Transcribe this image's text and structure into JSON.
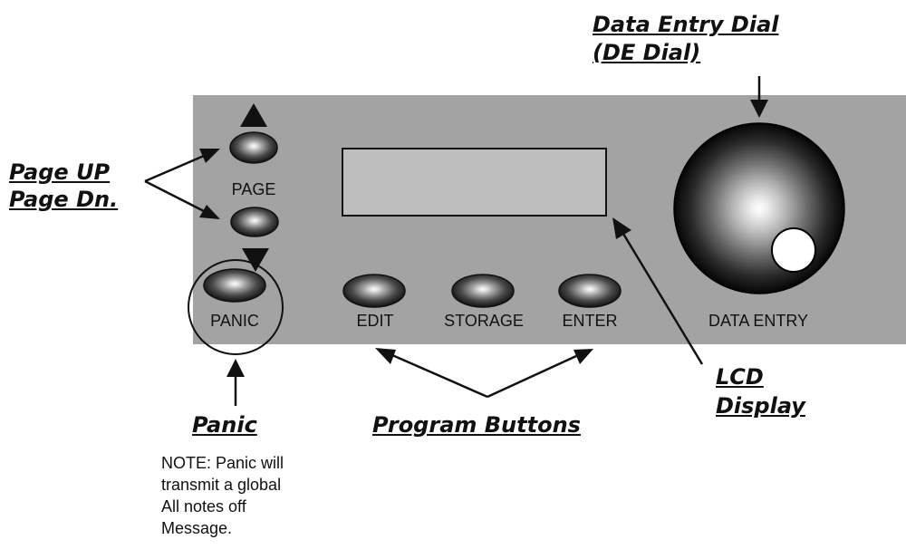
{
  "panel_labels": {
    "page": "PAGE",
    "panic": "PANIC",
    "edit": "EDIT",
    "storage": "STORAGE",
    "enter": "ENTER",
    "data_entry": "DATA ENTRY"
  },
  "callouts": {
    "data_entry_dial": [
      "Data Entry Dial",
      "(DE Dial)"
    ],
    "page_buttons": [
      "Page UP",
      "Page Dn."
    ],
    "lcd": [
      "LCD",
      "Display"
    ],
    "panic": "Panic",
    "program_buttons": "Program Buttons"
  },
  "note_lines": [
    "NOTE: Panic will",
    "transmit a global",
    "All notes off",
    "Message."
  ],
  "colors": {
    "panel": "#a3a3a3",
    "lcd": "#bdbdbd",
    "ink": "#111111"
  }
}
